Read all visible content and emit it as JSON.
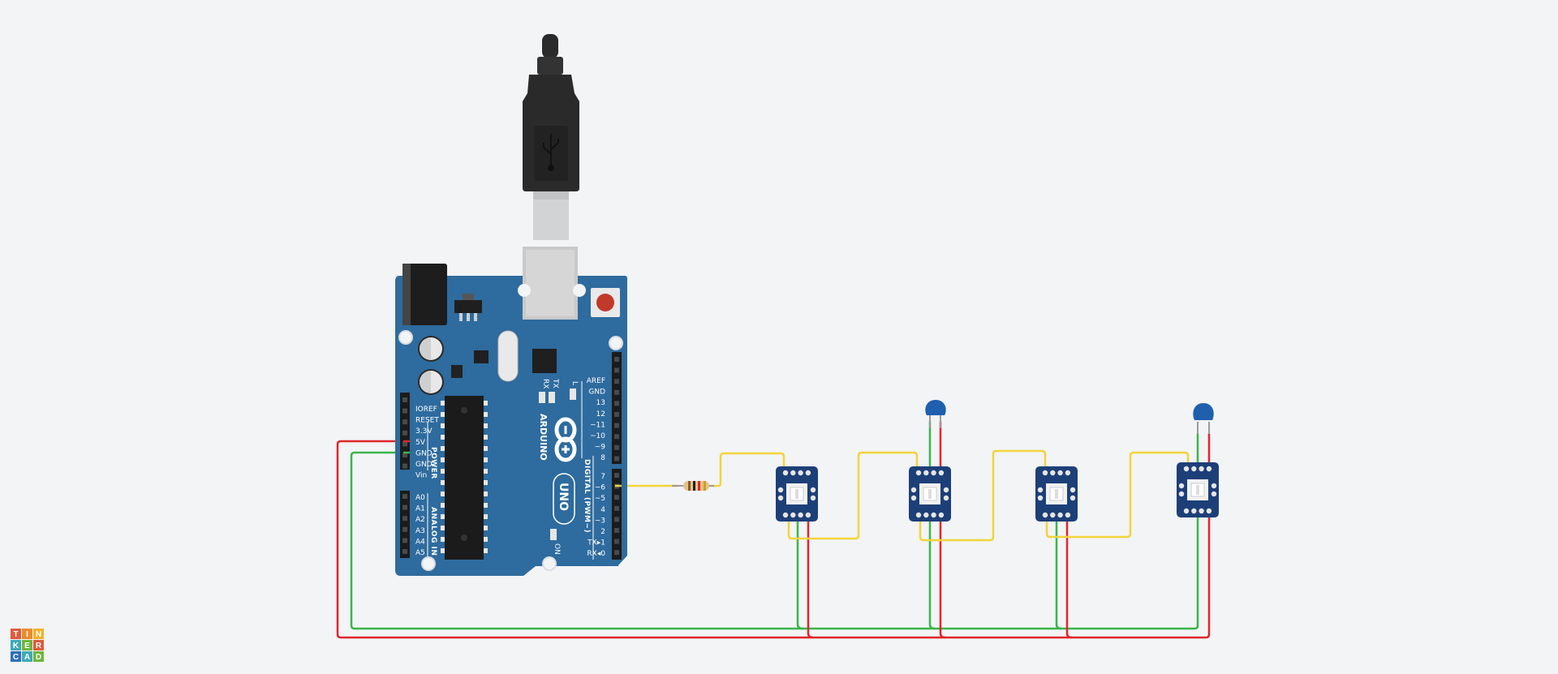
{
  "app": {
    "logo_letters": [
      "T",
      "I",
      "N",
      "K",
      "E",
      "R",
      "C",
      "A",
      "D"
    ],
    "logo_colors": [
      "#e05a3c",
      "#e98b2f",
      "#f2b22e",
      "#3fa9b6",
      "#6fb53e",
      "#e05a3c",
      "#2f6ebc",
      "#3fa9b6",
      "#6fb53e"
    ]
  },
  "board": {
    "brand": "ARDUINO",
    "model": "UNO",
    "power_pins": [
      "IOREF",
      "RESET",
      "3.3V",
      "5V",
      "GND",
      "GND",
      "Vin"
    ],
    "power_header": "POWER",
    "analog_pins": [
      "A0",
      "A1",
      "A2",
      "A3",
      "A4",
      "A5"
    ],
    "analog_header": "ANALOG IN",
    "digital_top_pins": [
      "AREF",
      "GND",
      "13",
      "12",
      "~11",
      "~10",
      "~9",
      "8"
    ],
    "digital_bottom_pins": [
      "7",
      "~6",
      "~5",
      "4",
      "~3",
      "2",
      "TX▸1",
      "RX◂0"
    ],
    "digital_header": "DIGITAL (PWM~)",
    "led_labels": [
      "RX",
      "TX",
      "L"
    ],
    "on_label": "ON",
    "color": "#2e6b9e"
  },
  "wires": {
    "data_color": "#f2d43a",
    "ground_color": "#3bb54a",
    "power_color": "#e0262b"
  }
}
